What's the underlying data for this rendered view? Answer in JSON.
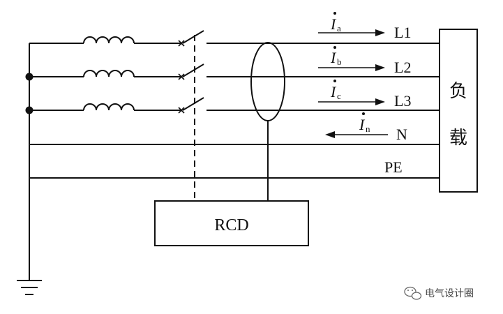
{
  "lines": {
    "l1": "L1",
    "l2": "L2",
    "l3": "L3",
    "n": "N",
    "pe": "PE"
  },
  "currents": {
    "ia_symbol": "I",
    "ia_sub": "a",
    "ib_symbol": "I",
    "ib_sub": "b",
    "ic_symbol": "I",
    "ic_sub": "c",
    "in_symbol": "I",
    "in_sub": "n"
  },
  "load": {
    "char1": "负",
    "char2": "载"
  },
  "rcd": {
    "label": "RCD"
  },
  "watermark": {
    "text": "电气设计圈"
  }
}
